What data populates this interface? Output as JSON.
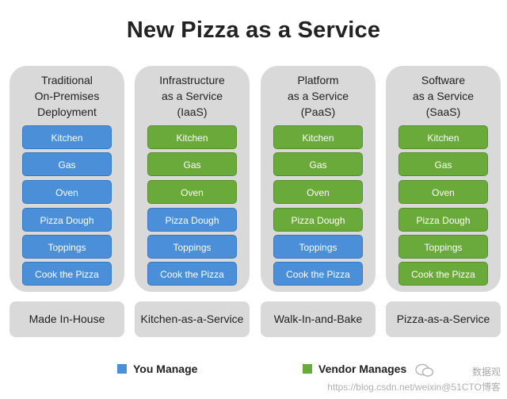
{
  "title": "New Pizza as a Service",
  "colors": {
    "you_manage": "#4a8fd8",
    "vendor_manages": "#6aaa3a",
    "panel": "#d9d9d9"
  },
  "columns": [
    {
      "title_lines": [
        "Traditional",
        "On-Premises",
        "Deployment"
      ],
      "model": "Made In-House",
      "items": [
        {
          "label": "Kitchen",
          "managed_by": "you"
        },
        {
          "label": "Gas",
          "managed_by": "you"
        },
        {
          "label": "Oven",
          "managed_by": "you"
        },
        {
          "label": "Pizza Dough",
          "managed_by": "you"
        },
        {
          "label": "Toppings",
          "managed_by": "you"
        },
        {
          "label": "Cook the Pizza",
          "managed_by": "you"
        }
      ]
    },
    {
      "title_lines": [
        "Infrastructure",
        "as a Service",
        "(IaaS)"
      ],
      "model": "Kitchen-as-a-Service",
      "items": [
        {
          "label": "Kitchen",
          "managed_by": "vendor"
        },
        {
          "label": "Gas",
          "managed_by": "vendor"
        },
        {
          "label": "Oven",
          "managed_by": "vendor"
        },
        {
          "label": "Pizza Dough",
          "managed_by": "you"
        },
        {
          "label": "Toppings",
          "managed_by": "you"
        },
        {
          "label": "Cook the Pizza",
          "managed_by": "you"
        }
      ]
    },
    {
      "title_lines": [
        "Platform",
        "as a Service",
        "(PaaS)"
      ],
      "model": "Walk-In-and-Bake",
      "items": [
        {
          "label": "Kitchen",
          "managed_by": "vendor"
        },
        {
          "label": "Gas",
          "managed_by": "vendor"
        },
        {
          "label": "Oven",
          "managed_by": "vendor"
        },
        {
          "label": "Pizza Dough",
          "managed_by": "vendor"
        },
        {
          "label": "Toppings",
          "managed_by": "you"
        },
        {
          "label": "Cook the Pizza",
          "managed_by": "you"
        }
      ]
    },
    {
      "title_lines": [
        "Software",
        "as a Service",
        "(SaaS)"
      ],
      "model": "Pizza-as-a-Service",
      "items": [
        {
          "label": "Kitchen",
          "managed_by": "vendor"
        },
        {
          "label": "Gas",
          "managed_by": "vendor"
        },
        {
          "label": "Oven",
          "managed_by": "vendor"
        },
        {
          "label": "Pizza Dough",
          "managed_by": "vendor"
        },
        {
          "label": "Toppings",
          "managed_by": "vendor"
        },
        {
          "label": "Cook the Pizza",
          "managed_by": "vendor"
        }
      ]
    }
  ],
  "legend": {
    "you_label": "You Manage",
    "vendor_label": "Vendor Manages"
  },
  "watermark": {
    "label": "数据观",
    "url": "https://blog.csdn.net/weixin@51CTO博客"
  }
}
